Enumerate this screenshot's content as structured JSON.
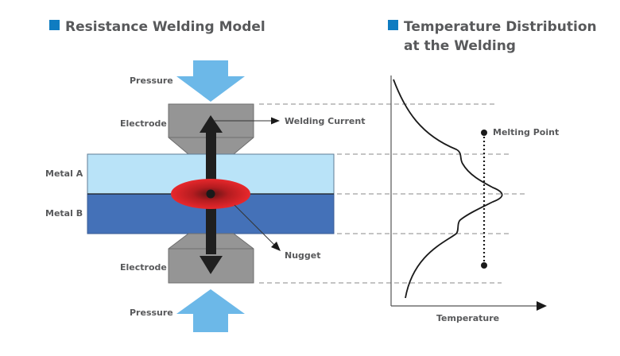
{
  "left_panel": {
    "title": "Resistance Welding Model",
    "labels": {
      "pressure_top": "Pressure",
      "electrode_top": "Electrode",
      "welding_current": "Welding Current",
      "metal_a": "Metal A",
      "metal_b": "Metal B",
      "nugget": "Nugget",
      "electrode_bottom": "Electrode",
      "pressure_bottom": "Pressure"
    }
  },
  "right_panel": {
    "title_line1": "Temperature Distribution",
    "title_line2": "at the Welding",
    "x_axis_label": "Temperature",
    "melting_point_label": "Melting Point"
  },
  "colors": {
    "title_square": "#0f7cc1",
    "pressure_arrow": "#6cb8e8",
    "electrode": "#959595",
    "metal_a": "#b9e3f8",
    "metal_b": "#4471b8",
    "nugget": "#e2272a",
    "current_arrow": "#1f1f1f"
  }
}
